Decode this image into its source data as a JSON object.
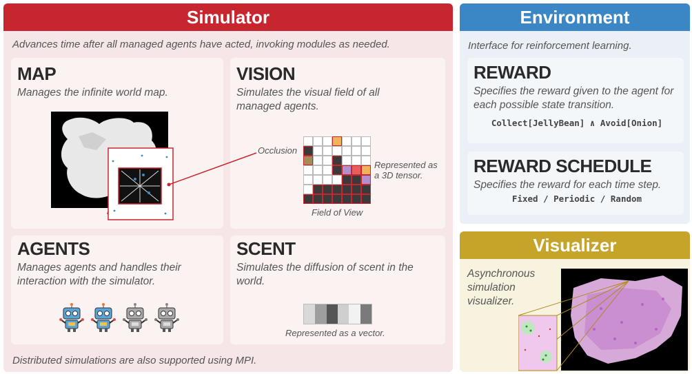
{
  "simulator": {
    "title": "Simulator",
    "subtitle": "Advances time after all managed agents have acted, invoking modules as needed.",
    "footer": "Distributed simulations are also supported using MPI.",
    "map": {
      "title": "MAP",
      "desc": "Manages the infinite world map."
    },
    "vision": {
      "title": "VISION",
      "desc": "Simulates the visual field of all managed agents.",
      "occlusion_label": "Occlusion",
      "tensor_label": "Represented as a 3D tensor.",
      "fov_label": "Field of View"
    },
    "agents": {
      "title": "AGENTS",
      "desc": "Manages agents and handles their interaction with the simulator."
    },
    "scent": {
      "title": "SCENT",
      "desc": "Simulates the diffusion of scent in the world.",
      "vector_label": "Represented as a vector."
    }
  },
  "environment": {
    "title": "Environment",
    "subtitle": "Interface for reinforcement learning.",
    "reward": {
      "title": "REWARD",
      "desc": "Specifies the reward given to the agent for each possible state transition.",
      "code": "Collect[JellyBean] ∧ Avoid[Onion]"
    },
    "reward_schedule": {
      "title": "REWARD SCHEDULE",
      "desc": "Specifies the reward for each time step.",
      "code": "Fixed / Periodic / Random"
    }
  },
  "visualizer": {
    "title": "Visualizer",
    "desc": "Asynchronous simulation visualizer."
  },
  "colors": {
    "simulator_header": "#c8262e",
    "simulator_body": "#f7e6e7",
    "environment_header": "#3b86c4",
    "environment_body": "#eaf0f6",
    "visualizer_header": "#c6a42a",
    "visualizer_body": "#f8f3df"
  }
}
